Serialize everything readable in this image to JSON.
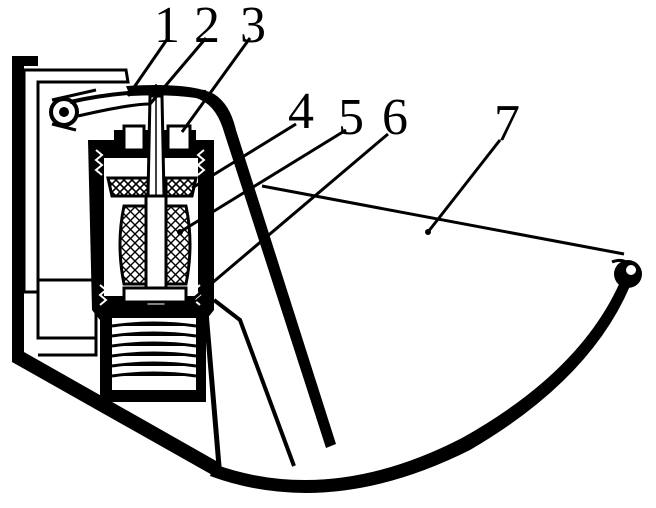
{
  "diagram": {
    "callouts": [
      {
        "id": "1",
        "text": "1"
      },
      {
        "id": "2",
        "text": "2"
      },
      {
        "id": "3",
        "text": "3"
      },
      {
        "id": "4",
        "text": "4"
      },
      {
        "id": "5",
        "text": "5"
      },
      {
        "id": "6",
        "text": "6"
      },
      {
        "id": "7",
        "text": "7"
      }
    ]
  },
  "colors": {
    "ink": "#000000",
    "paper": "#ffffff"
  }
}
